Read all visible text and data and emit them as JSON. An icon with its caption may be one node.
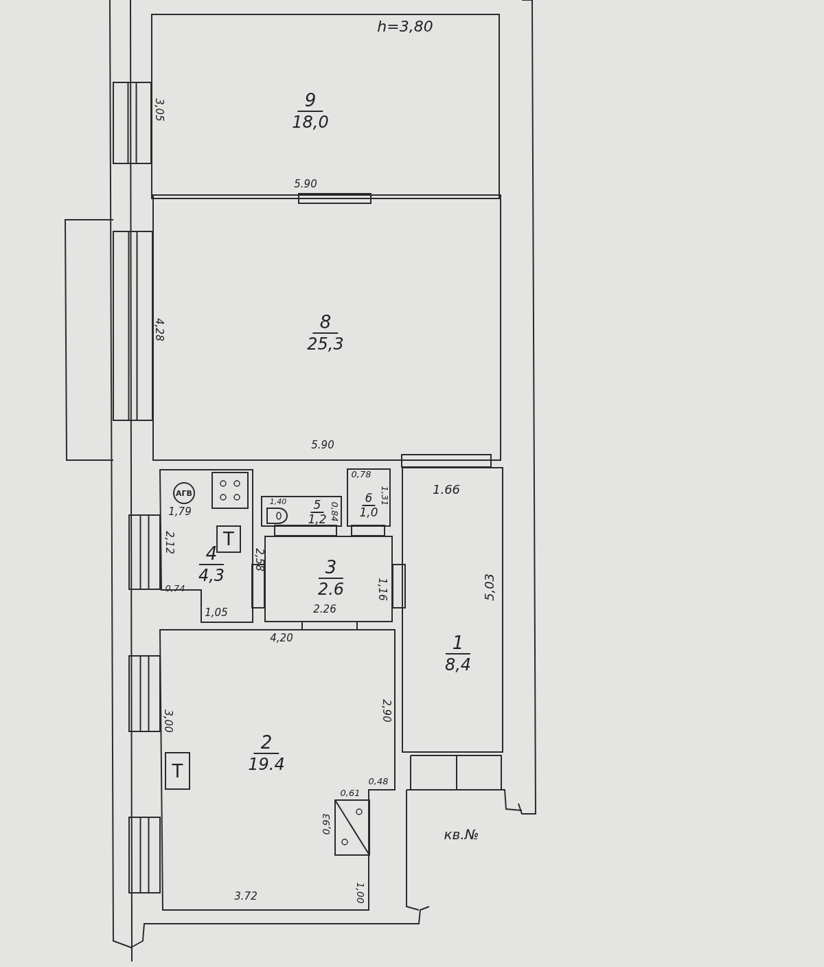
{
  "diagram": {
    "nodes": [
      {
        "text": [
          "9",
          "18,0"
        ]
      },
      {
        "text": [
          "8",
          "25,3"
        ]
      },
      {
        "text": [
          "4",
          "4,3"
        ]
      },
      {
        "text": [
          "АГВ"
        ],
        "in": 2
      },
      {
        "text": [
          "Т"
        ],
        "in": 2
      },
      {
        "text": [
          "5",
          "1,2"
        ]
      },
      {
        "text": [
          "6",
          "1,0"
        ]
      },
      {
        "text": [
          "3",
          "2.6"
        ]
      },
      {
        "text": [
          "1",
          "8,4"
        ]
      },
      {
        "text": [
          "2",
          "19.4"
        ]
      },
      {
        "text": [
          "Т"
        ],
        "in": 9
      }
    ],
    "edges": [],
    "labels": [
      "h=3,80",
      "3,05",
      "5.90",
      "4,28",
      "5.90",
      "1.66",
      "0,78",
      "1,79",
      "1,40",
      "0,84",
      "1,31",
      "2,12",
      "2,58",
      "0,74",
      "1,05",
      "2.26",
      "1,16",
      "5,03",
      "4,20",
      "2,90",
      "3,00",
      "0,48",
      "0,61",
      "0,93",
      "1,00",
      "3.72",
      "кв.№"
    ]
  }
}
